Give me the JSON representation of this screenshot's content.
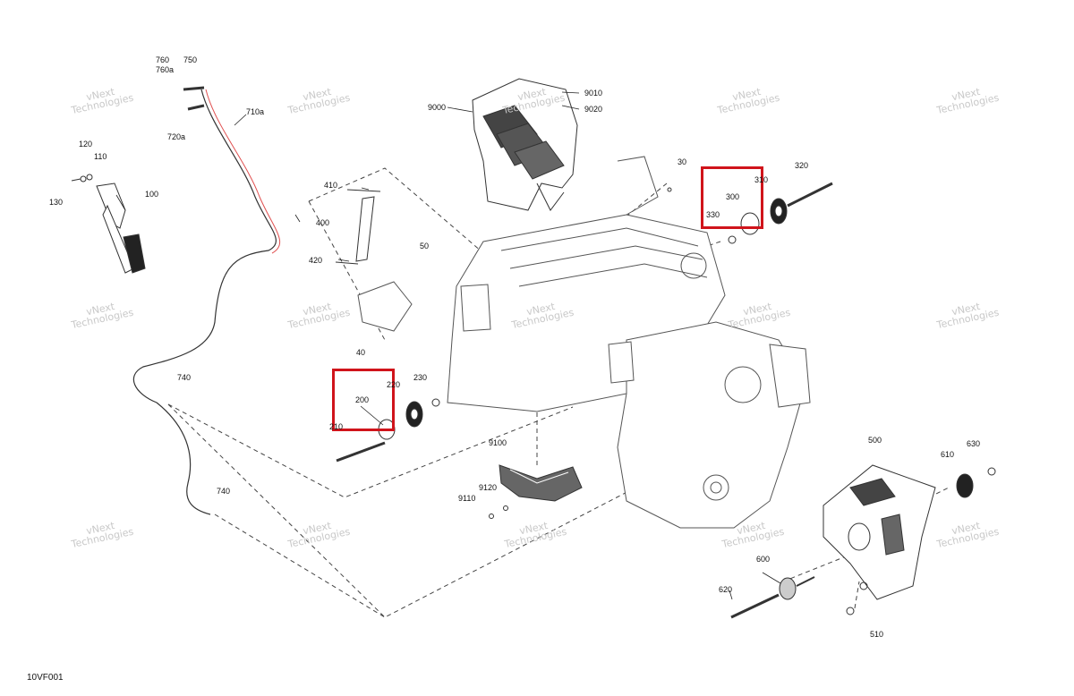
{
  "diagram_code": "10VF001",
  "watermark": {
    "line1": "vNext",
    "line2": "Technologies"
  },
  "highlight_color": "#d0141b",
  "callouts": {
    "c760": "760",
    "c760a": "760a",
    "c750": "750",
    "c710a": "710a",
    "c720a": "720a",
    "c120": "120",
    "c110": "110",
    "c130": "130",
    "c100": "100",
    "c740a": "740",
    "c740b": "740",
    "c410": "410",
    "c400": "400",
    "c420": "420",
    "c50": "50",
    "c40": "40",
    "c9000": "9000",
    "c9010": "9010",
    "c9020": "9020",
    "c30": "30",
    "c320": "320",
    "c310": "310",
    "c300": "300",
    "c330": "330",
    "c200": "200",
    "c210": "210",
    "c220": "220",
    "c230": "230",
    "c9100": "9100",
    "c9110": "9110",
    "c9120": "9120",
    "c500": "500",
    "c610": "610",
    "c630": "630",
    "c600": "600",
    "c620": "620",
    "c510": "510"
  }
}
